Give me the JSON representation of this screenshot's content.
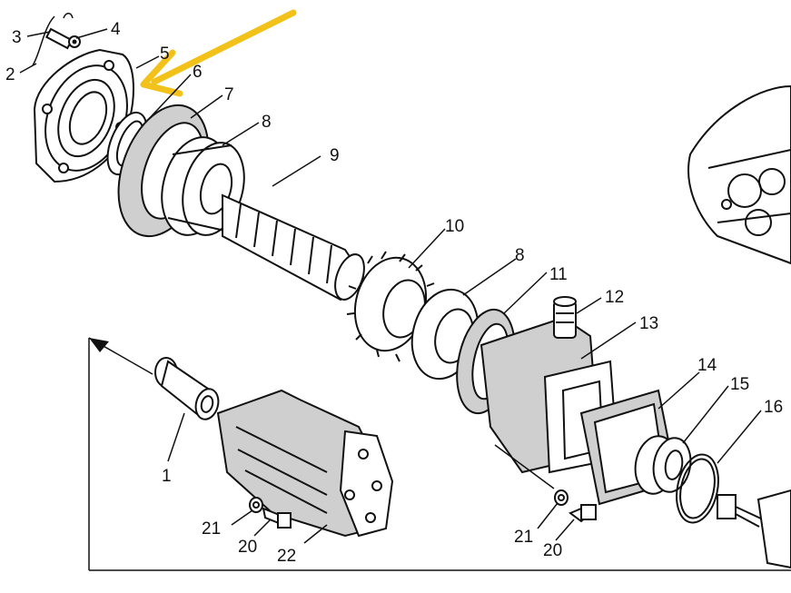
{
  "diagram": {
    "callouts": [
      {
        "id": "c3a",
        "text": "3"
      },
      {
        "id": "c4",
        "text": "4"
      },
      {
        "id": "c2",
        "text": "2"
      },
      {
        "id": "c5",
        "text": "5"
      },
      {
        "id": "c6",
        "text": "6"
      },
      {
        "id": "c7",
        "text": "7"
      },
      {
        "id": "c8a",
        "text": "8"
      },
      {
        "id": "c9",
        "text": "9"
      },
      {
        "id": "c10",
        "text": "10"
      },
      {
        "id": "c8b",
        "text": "8"
      },
      {
        "id": "c11",
        "text": "11"
      },
      {
        "id": "c12",
        "text": "12"
      },
      {
        "id": "c13",
        "text": "13"
      },
      {
        "id": "c14",
        "text": "14"
      },
      {
        "id": "c15",
        "text": "15"
      },
      {
        "id": "c16",
        "text": "16"
      },
      {
        "id": "c1",
        "text": "1"
      },
      {
        "id": "c21a",
        "text": "21"
      },
      {
        "id": "c20a",
        "text": "20"
      },
      {
        "id": "c22",
        "text": "22"
      },
      {
        "id": "c21b",
        "text": "21"
      },
      {
        "id": "c20b",
        "text": "20"
      }
    ],
    "highlight_arrow_color": "#f2c21b",
    "line_color": "#111111"
  }
}
